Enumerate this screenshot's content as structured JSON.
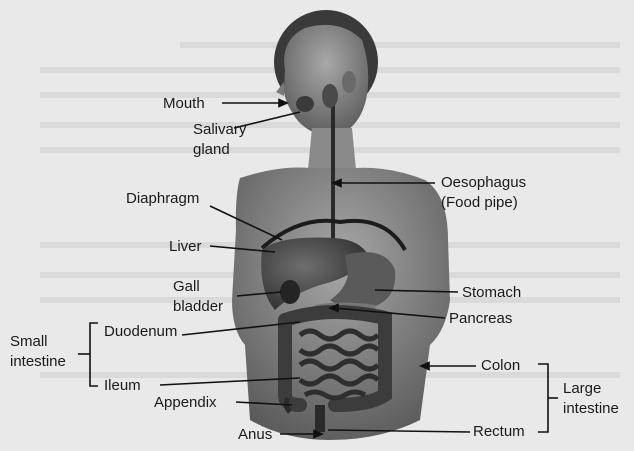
{
  "labels": {
    "mouth": "Mouth",
    "salivary_gland_1": "Salivary",
    "salivary_gland_2": "gland",
    "oesophagus_1": "Oesophagus",
    "oesophagus_2": "(Food pipe)",
    "diaphragm": "Diaphragm",
    "liver": "Liver",
    "gall_bladder_1": "Gall",
    "gall_bladder_2": "bladder",
    "stomach": "Stomach",
    "pancreas": "Pancreas",
    "small_intestine_1": "Small",
    "small_intestine_2": "intestine",
    "duodenum": "Duodenum",
    "ileum": "Ileum",
    "colon": "Colon",
    "large_intestine_1": "Large",
    "large_intestine_2": "intestine",
    "appendix": "Appendix",
    "rectum": "Rectum",
    "anus": "Anus"
  }
}
